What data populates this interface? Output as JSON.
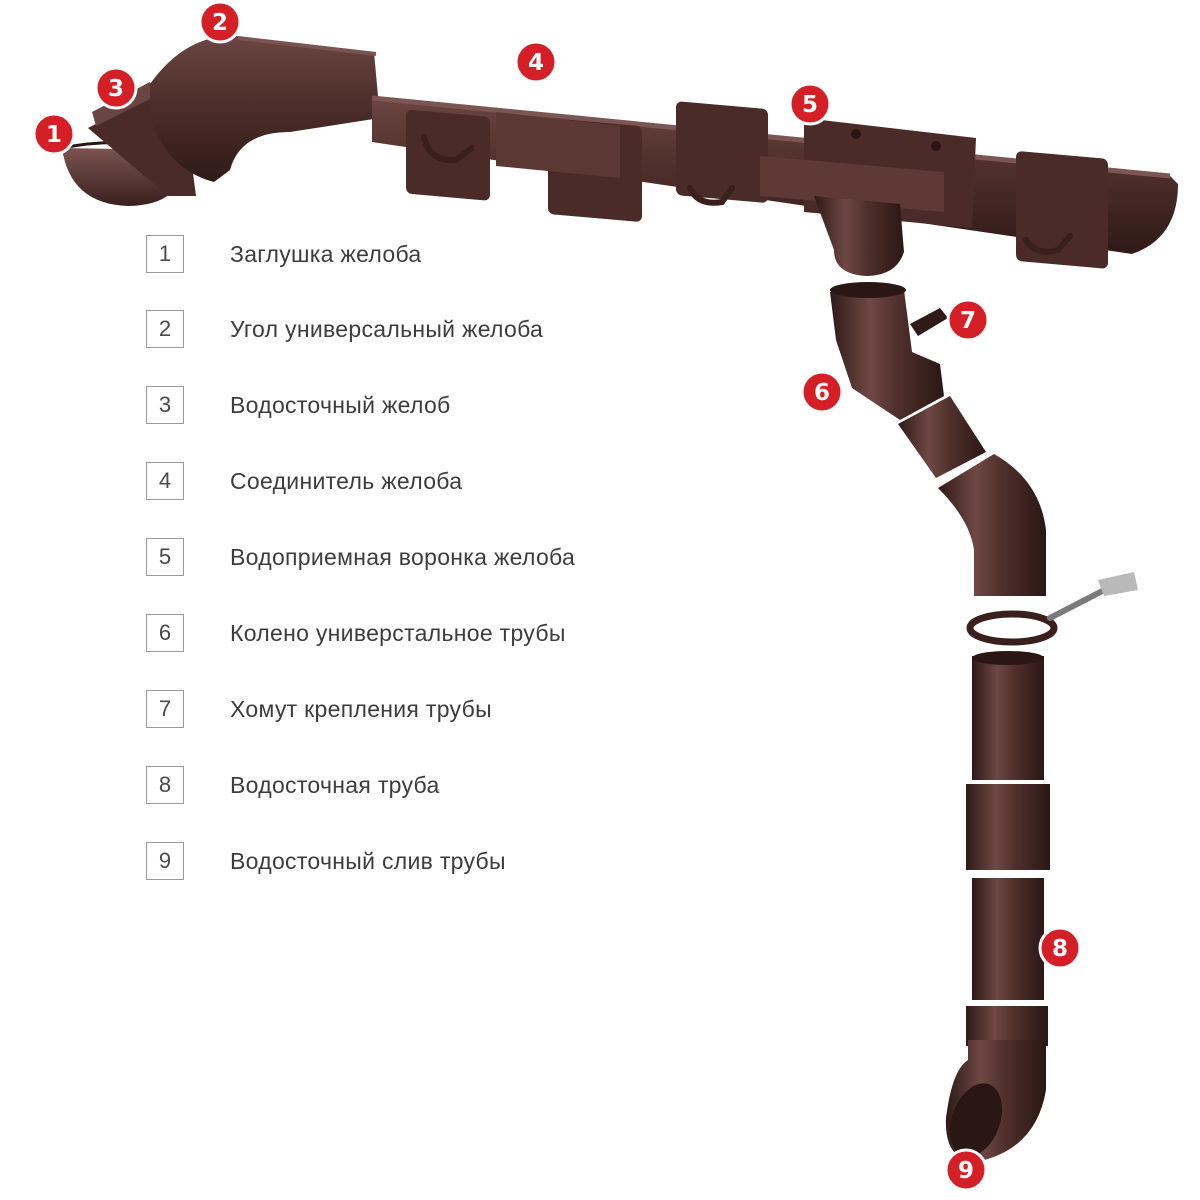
{
  "colors": {
    "pipe_body": "#4f2f2b",
    "pipe_dark": "#2f1a17",
    "pipe_light": "#7a5450",
    "badge": "#d41f26",
    "badge_border": "#ffffff",
    "legend_text": "#3d3d3d",
    "legend_border": "#9a9a9a"
  },
  "legend": [
    {
      "num": "1",
      "label": "Заглушка желоба"
    },
    {
      "num": "2",
      "label": "Угол универсальный желоба"
    },
    {
      "num": "3",
      "label": "Водосточный желоб"
    },
    {
      "num": "4",
      "label": "Соединитель желоба"
    },
    {
      "num": "5",
      "label": "Водоприемная воронка желоба"
    },
    {
      "num": "6",
      "label": "Колено универстальное трубы"
    },
    {
      "num": "7",
      "label": "Хомут крепления трубы"
    },
    {
      "num": "8",
      "label": "Водосточная труба"
    },
    {
      "num": "9",
      "label": "Водосточный слив трубы"
    }
  ],
  "callouts": [
    "1",
    "2",
    "3",
    "4",
    "5",
    "6",
    "7",
    "8",
    "9"
  ]
}
